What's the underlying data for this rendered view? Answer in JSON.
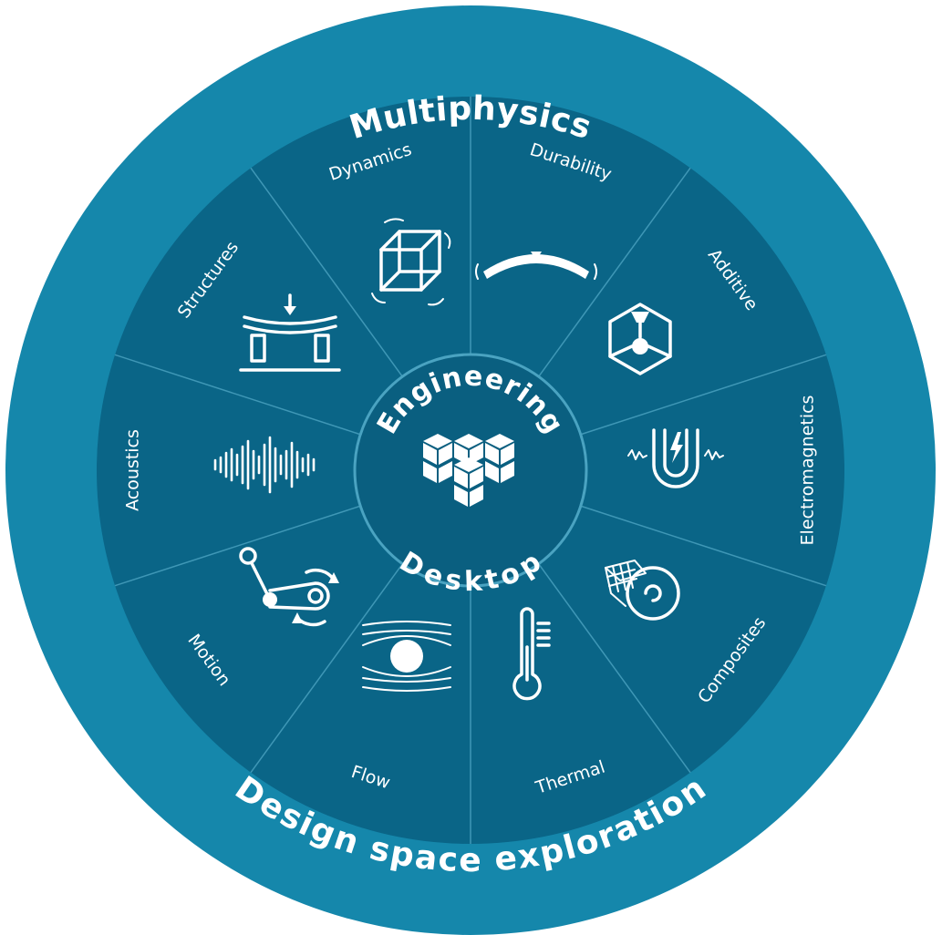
{
  "ring": {
    "top_label": "Multiphysics",
    "bottom_label": "Design space exploration"
  },
  "hub": {
    "top_label": "Engineering",
    "bottom_label": "Desktop",
    "icon": "cubes-icon"
  },
  "segments": [
    {
      "id": "durability",
      "label": "Durability",
      "icon": "bent-beam-icon"
    },
    {
      "id": "additive",
      "label": "Additive",
      "icon": "3d-printer-icon"
    },
    {
      "id": "electromagnetics",
      "label": "Electromagnetics",
      "icon": "magnet-icon"
    },
    {
      "id": "composites",
      "label": "Composites",
      "icon": "fiber-roll-icon"
    },
    {
      "id": "thermal",
      "label": "Thermal",
      "icon": "thermometer-icon"
    },
    {
      "id": "flow",
      "label": "Flow",
      "icon": "flow-around-sphere-icon"
    },
    {
      "id": "motion",
      "label": "Motion",
      "icon": "linkage-rotation-icon"
    },
    {
      "id": "acoustics",
      "label": "Acoustics",
      "icon": "sound-wave-icon"
    },
    {
      "id": "structures",
      "label": "Structures",
      "icon": "loaded-beam-icon"
    },
    {
      "id": "dynamics",
      "label": "Dynamics",
      "icon": "vibrating-cube-icon"
    }
  ],
  "colors": {
    "ring": "#1587ab",
    "inner": "#0a6587",
    "divider": "#3f97b6",
    "hub": "#0a5f80",
    "hub_border": "#4aa3c1",
    "text": "#ffffff"
  }
}
